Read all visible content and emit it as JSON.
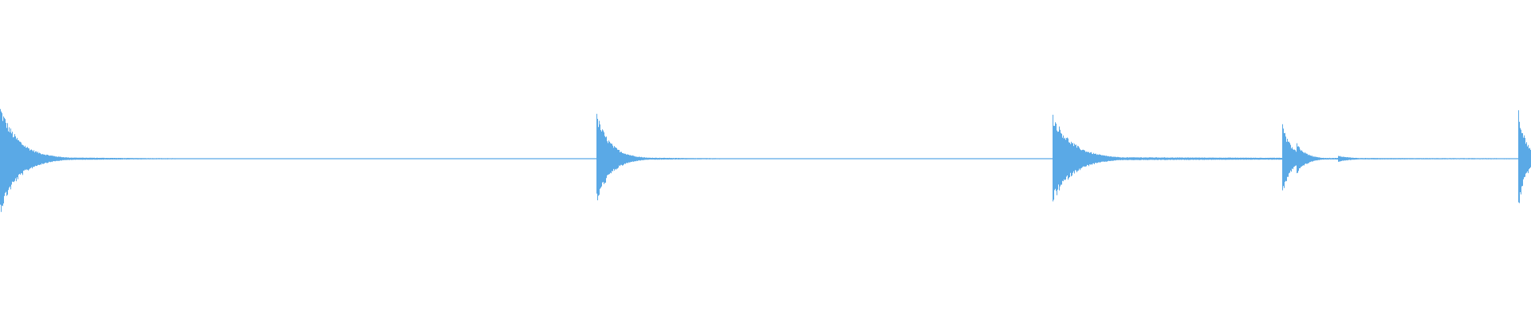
{
  "waveform": {
    "color": "#5aa9e6",
    "background": "#ffffff",
    "transients": [
      {
        "name": "transient-1",
        "t": 0.0,
        "peak_up": 0.83,
        "peak_down": 0.85,
        "decay": 0.012,
        "tail": 0.01
      },
      {
        "name": "transient-2",
        "t": 0.3895,
        "peak_up": 0.7,
        "peak_down": 0.7,
        "decay": 0.009,
        "tail": 0.008
      },
      {
        "name": "transient-3",
        "t": 0.6875,
        "peak_up": 0.69,
        "peak_down": 0.69,
        "decay": 0.013,
        "tail": 0.03
      },
      {
        "name": "transient-4",
        "t": 0.8375,
        "peak_up": 0.53,
        "peak_down": 0.55,
        "decay": 0.006,
        "tail": 0.004,
        "double": true
      },
      {
        "name": "transient-5",
        "t": 0.9915,
        "peak_up": 0.76,
        "peak_down": 0.77,
        "decay": 0.005,
        "tail": 0.003
      }
    ]
  }
}
